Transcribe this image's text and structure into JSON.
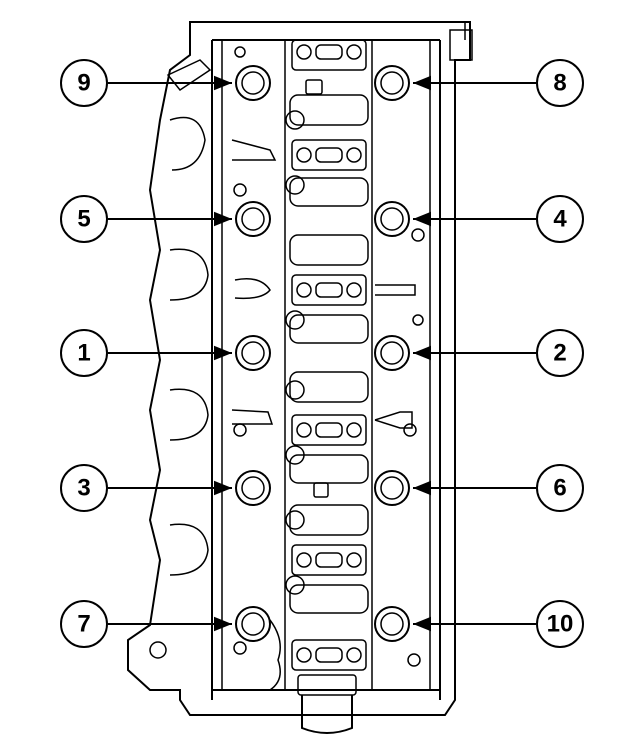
{
  "diagram": {
    "type": "cylinder-head-bolt-sequence",
    "line_color": "#000000",
    "background": "#ffffff",
    "callouts": [
      {
        "label": "9",
        "side": "left",
        "bolt": "bolt-left-row-1"
      },
      {
        "label": "8",
        "side": "right",
        "bolt": "bolt-right-row-1"
      },
      {
        "label": "5",
        "side": "left",
        "bolt": "bolt-left-row-2"
      },
      {
        "label": "4",
        "side": "right",
        "bolt": "bolt-right-row-2"
      },
      {
        "label": "1",
        "side": "left",
        "bolt": "bolt-left-row-3"
      },
      {
        "label": "2",
        "side": "right",
        "bolt": "bolt-right-row-3"
      },
      {
        "label": "3",
        "side": "left",
        "bolt": "bolt-left-row-4"
      },
      {
        "label": "6",
        "side": "right",
        "bolt": "bolt-right-row-4"
      },
      {
        "label": "7",
        "side": "left",
        "bolt": "bolt-left-row-5"
      },
      {
        "label": "10",
        "side": "right",
        "bolt": "bolt-right-row-5"
      }
    ]
  }
}
